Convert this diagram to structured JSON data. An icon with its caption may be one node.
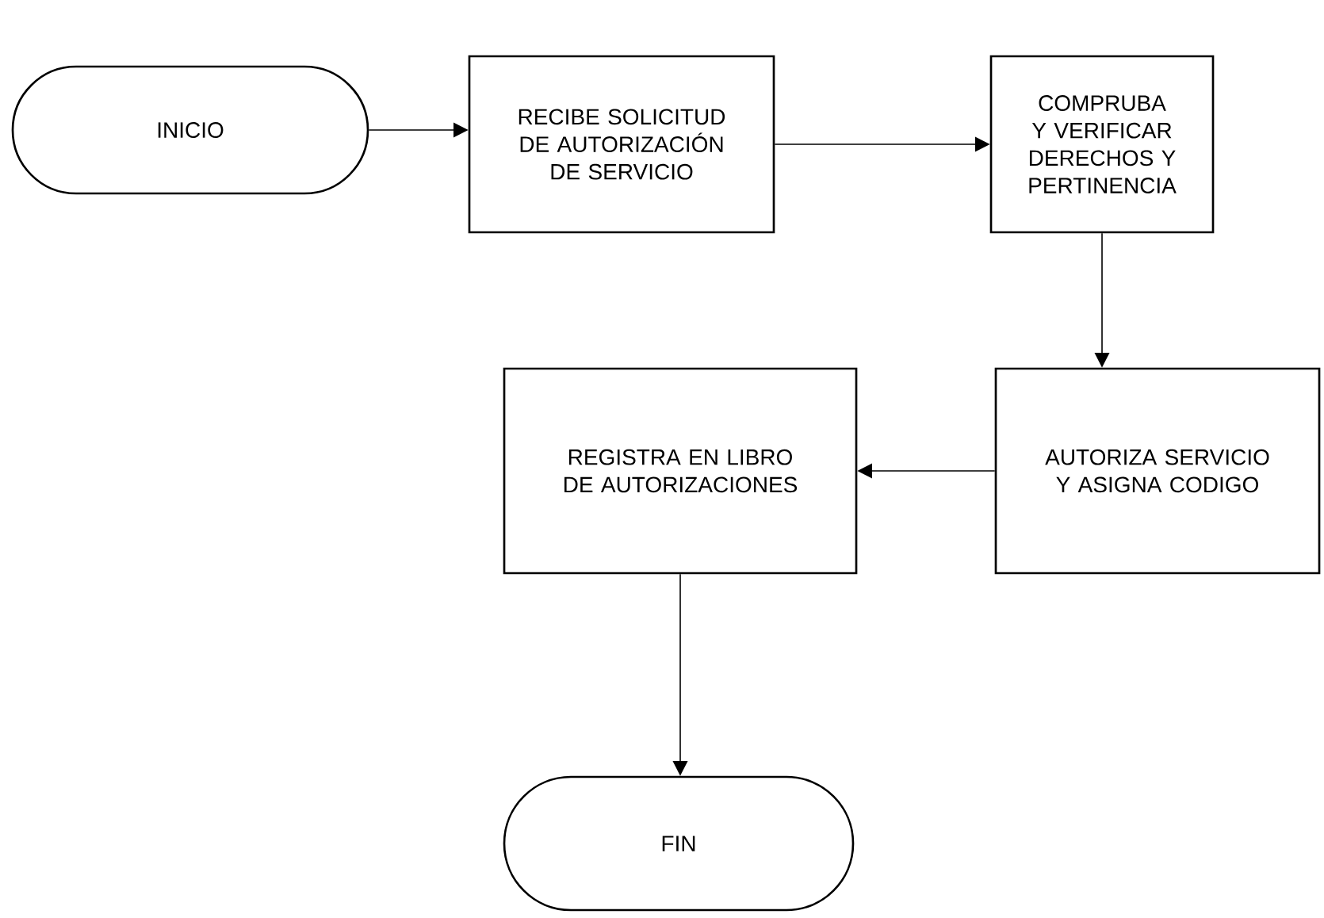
{
  "diagram": {
    "nodes": [
      {
        "text": [
          "INICIO"
        ]
      },
      {
        "text": [
          "RECIBE SOLICITUD DE AUTORIZACIÓN DE SERVICIO"
        ]
      },
      {
        "text": [
          "COMPRUBA Y VERIFICAR DERECHOS Y PERTINENCIA"
        ]
      },
      {
        "text": [
          "AUTORIZA SERVICIO Y ASIGNA CODIGO"
        ]
      },
      {
        "text": [
          "REGISTRA EN LIBRO DE AUTORIZACIONES"
        ]
      },
      {
        "text": [
          "FIN"
        ]
      }
    ],
    "edges": [
      {
        "from": 0,
        "to": 1,
        "arrow": "to"
      },
      {
        "from": 1,
        "to": 2,
        "arrow": "to"
      },
      {
        "from": 2,
        "to": 3,
        "arrow": "to"
      },
      {
        "from": 3,
        "to": 4,
        "arrow": "to"
      },
      {
        "from": 4,
        "to": 5,
        "arrow": "to"
      }
    ]
  }
}
